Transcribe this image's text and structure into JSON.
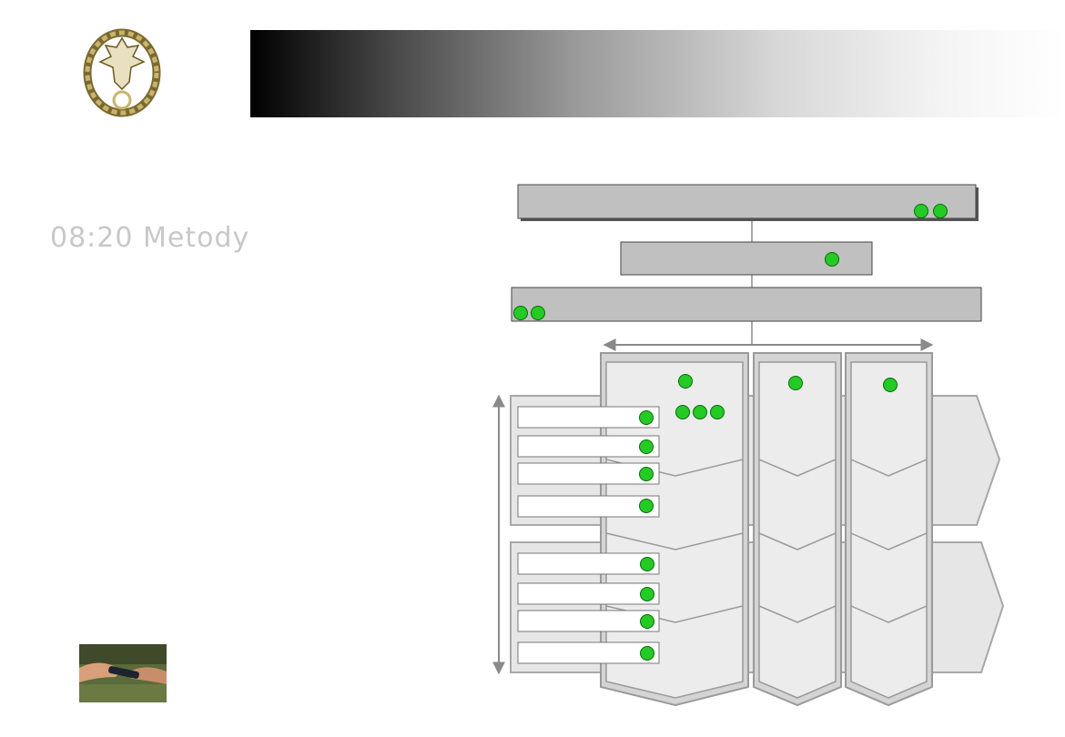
{
  "slide": {
    "title": "08:20  Metody"
  },
  "colors": {
    "header_gradient_start": "#000000",
    "header_gradient_end": "#ffffff",
    "box_fill": "#c0c0c0",
    "panel_fill": "#e9e9e9",
    "panel_border": "#a8a8a8",
    "marker_green": "#22cc22"
  },
  "icons": {
    "emblem": "eagle-wreath-emblem",
    "photo": "handover-baton-photo"
  },
  "diagram": {
    "top_boxes": [
      {
        "name": "top-box",
        "markers": 2
      },
      {
        "name": "middle-box",
        "markers": 1
      },
      {
        "name": "wide-box",
        "markers": 2
      }
    ],
    "columns": [
      {
        "name": "column-1",
        "markers_top": 1,
        "markers_row": 3
      },
      {
        "name": "column-2",
        "markers_top": 1
      },
      {
        "name": "column-3",
        "markers_top": 1
      }
    ],
    "row_groups": [
      {
        "name": "row-group-1",
        "labels": 4
      },
      {
        "name": "row-group-2",
        "labels": 4
      }
    ]
  }
}
